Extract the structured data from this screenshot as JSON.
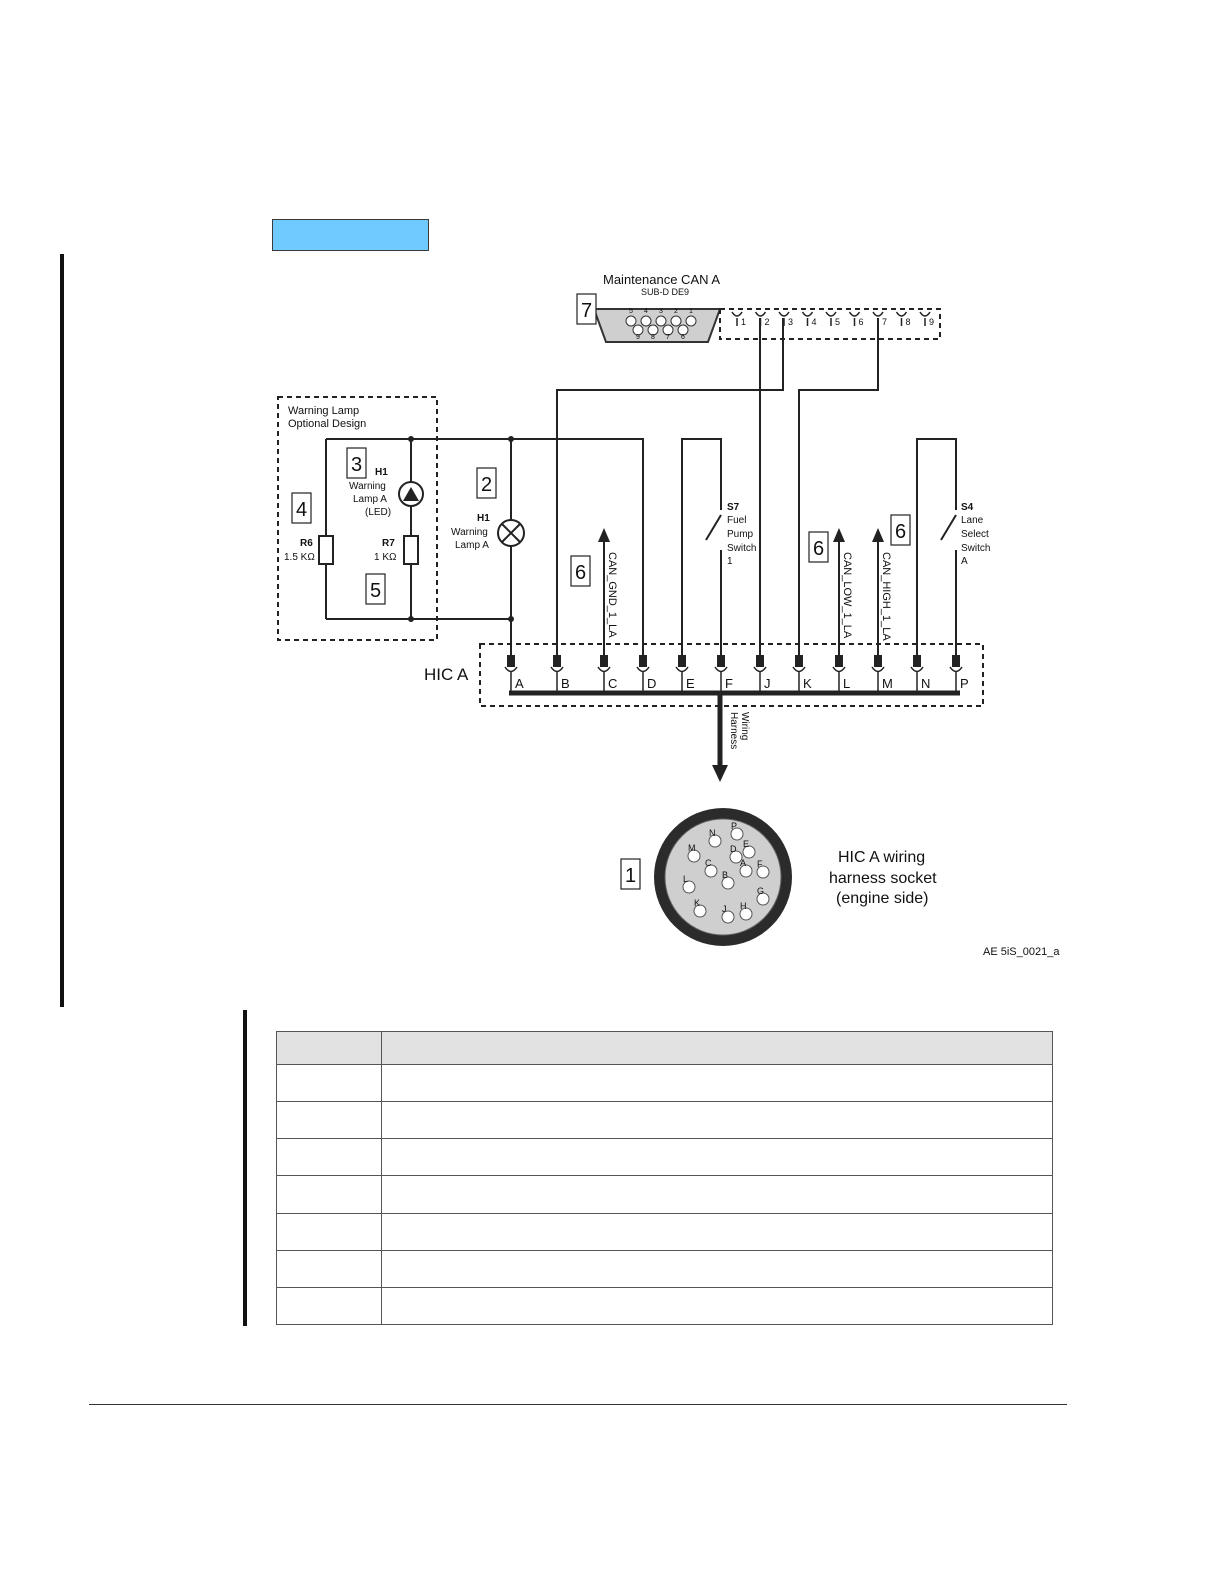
{
  "diagram": {
    "callouts": [
      "1",
      "2",
      "3",
      "4",
      "5",
      "6",
      "6",
      "6",
      "7"
    ],
    "maintenance": {
      "title": "Maintenance CAN A",
      "subtitle": "SUB-D DE9"
    },
    "de9_pins_top": [
      "5",
      "4",
      "3",
      "2",
      "1"
    ],
    "de9_pins_bottom": [
      "9",
      "8",
      "7",
      "6"
    ],
    "sub_pins": [
      "1",
      "2",
      "3",
      "4",
      "5",
      "6",
      "7",
      "8",
      "9"
    ],
    "warning_box": {
      "line1": "Warning Lamp",
      "line2": "Optional Design"
    },
    "h1_led": {
      "ref": "H1",
      "l1": "Warning",
      "l2": "Lamp A",
      "l3": "(LED)"
    },
    "h1": {
      "ref": "H1",
      "l1": "Warning",
      "l2": "Lamp A"
    },
    "r6": {
      "ref": "R6",
      "val": "1.5 KΩ"
    },
    "r7": {
      "ref": "R7",
      "val": "1 KΩ"
    },
    "s7": {
      "ref": "S7",
      "l1": "Fuel",
      "l2": "Pump",
      "l3": "Switch",
      "l4": "1"
    },
    "s4": {
      "ref": "S4",
      "l1": "Lane",
      "l2": "Select",
      "l3": "Switch",
      "l4": "A"
    },
    "signals": [
      "CAN_GND_1_LA",
      "CAN_LOW_1_LA",
      "CAN_HIGH_1_LA"
    ],
    "connector_label": "HIC A",
    "connector_pins": [
      "A",
      "B",
      "C",
      "D",
      "E",
      "F",
      "J",
      "K",
      "L",
      "M",
      "N",
      "P"
    ],
    "harness_label": [
      "Wiring",
      "Harness"
    ],
    "socket_label": [
      "HIC A wiring",
      "harness socket",
      "(engine side)"
    ],
    "socket_pins": [
      "N",
      "P",
      "M",
      "D",
      "E",
      "C",
      "A",
      "F",
      "L",
      "B",
      "G",
      "K",
      "J",
      "H"
    ],
    "figure_id": "AE 5iS_0021_a"
  },
  "legend_table": {
    "rows": 7
  }
}
